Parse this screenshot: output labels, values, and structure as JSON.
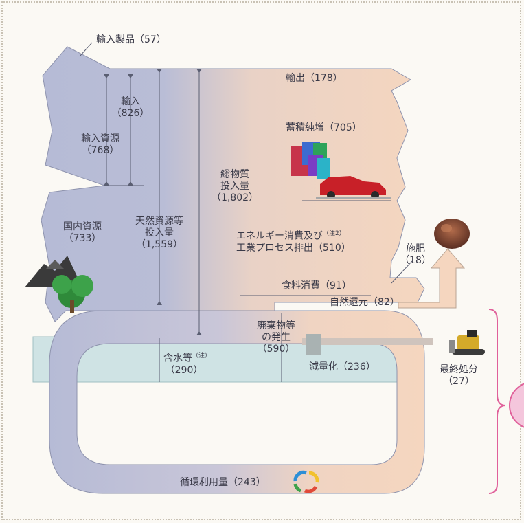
{
  "diagram": {
    "import_products": "輸入製品（57）",
    "export": "輸出（178）",
    "imports": {
      "line1": "輸入",
      "line2": "（826）"
    },
    "import_resources": {
      "line1": "輸入資源",
      "line2": "（768）"
    },
    "stock_increase": "蓄積純増（705）",
    "total_input": {
      "line1": "総物質",
      "line2": "投入量",
      "line3": "（1,802）"
    },
    "domestic_resources": {
      "line1": "国内資源",
      "line2": "（733）"
    },
    "natural_input": {
      "line1": "天然資源等",
      "line2": "投入量",
      "line3": "（1,559）"
    },
    "energy_line1": "エネルギー消費及び",
    "energy_note": "（注2）",
    "energy_line2": "工業プロセス排出（510）",
    "fertilizer": {
      "line1": "施肥",
      "line2": "（18）"
    },
    "food_consumption": "食料消費（91）",
    "natural_reduction": "自然還元（82）",
    "water_content": "含水等",
    "water_note": "（注）",
    "water_value": "（290）",
    "waste_generation": {
      "line1": "廃棄物等",
      "line2": "の発生",
      "line3": "（590）"
    },
    "volume_reduction": "減量化（236）",
    "final_disposal": {
      "line1": "最終処分",
      "line2": "（27）"
    },
    "cyclical_use": "循環利用量（243）"
  },
  "colors": {
    "input_blue": "#b6bbd6",
    "output_peach": "#f5d6bf",
    "water_band": "#cfe3e4",
    "bracket": "#e0609a",
    "text": "#3a3a48"
  }
}
